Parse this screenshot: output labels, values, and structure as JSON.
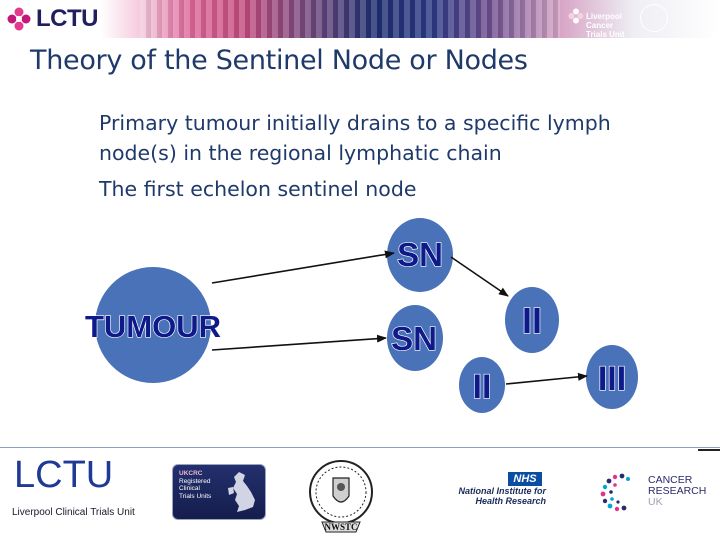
{
  "header": {
    "brand": "LCTU",
    "banner_logo_text": [
      "Liverpool Cancer",
      "Trials Unit"
    ]
  },
  "slide": {
    "title": "Theory of the Sentinel Node or Nodes",
    "bullets": [
      "Primary tumour initially drains to a specific lymph node(s) in the regional lymphatic chain",
      "The first echelon sentinel node"
    ]
  },
  "diagram": {
    "nodes": {
      "tumour": "TUMOUR",
      "sn_top": "SN",
      "sn_mid": "SN",
      "ii_right": "II",
      "ii_bottom": "II",
      "iii": "III"
    },
    "colors": {
      "node_fill": "#4a72b8",
      "label_fill": "#0e1a8a",
      "arrow": "#111111"
    }
  },
  "footer": {
    "lctu": "LCTU",
    "lctu_sub": "Liverpool Clinical Trials Unit",
    "ukcrc_text": [
      "UKCRC",
      "Registered",
      "Clinical",
      "Trials Units"
    ],
    "nwstc": "NWSTC",
    "nhs": "NHS",
    "nihr_text": [
      "National Institute for",
      "Health Research"
    ],
    "cruk_text": [
      "CANCER",
      "RESEARCH",
      "UK"
    ]
  }
}
